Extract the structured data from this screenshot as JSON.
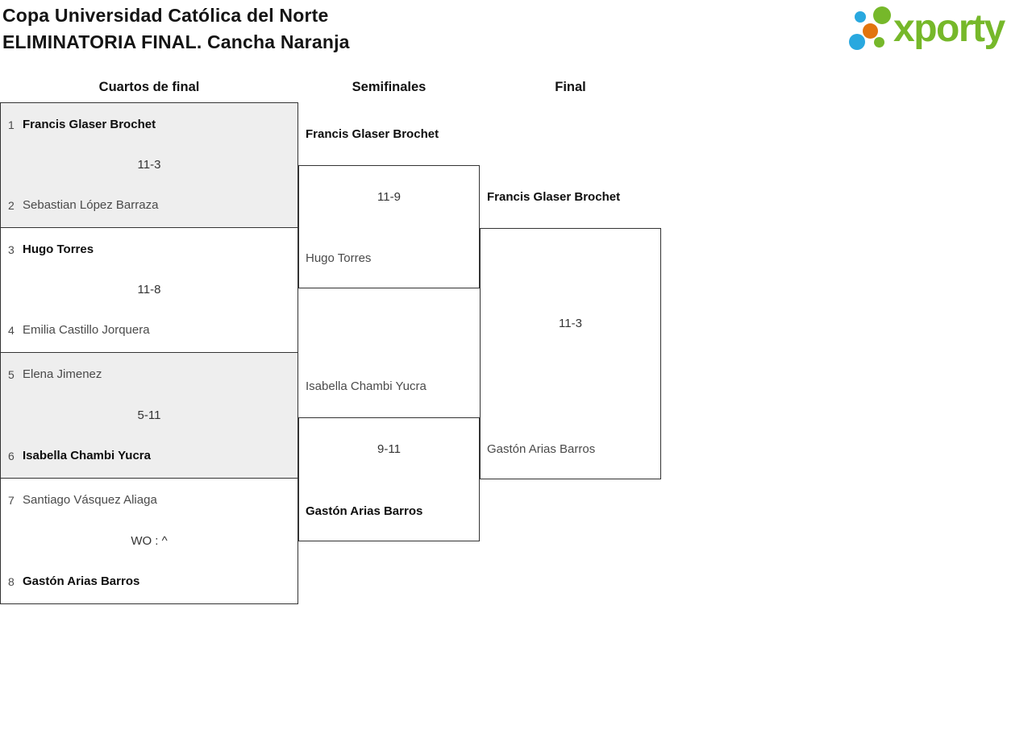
{
  "colors": {
    "brand_green": "#76b82a",
    "brand_blue": "#29a8df",
    "brand_orange": "#e2740d",
    "box_gray": "#eeeeee",
    "border": "#333333"
  },
  "header": {
    "title_line1": "Copa Universidad Católica del Norte",
    "title_line2": "ELIMINATORIA FINAL. Cancha Naranja",
    "logo_text": "xporty"
  },
  "round_headers": [
    "Cuartos de final",
    "Semifinales",
    "Final"
  ],
  "bracket": {
    "quarterfinals": [
      {
        "seed_top": "1",
        "player_top": "Francis Glaser Brochet",
        "score": "11-3",
        "seed_bottom": "2",
        "player_bottom": "Sebastian López Barraza",
        "winner": "top"
      },
      {
        "seed_top": "3",
        "player_top": "Hugo Torres",
        "score": "11-8",
        "seed_bottom": "4",
        "player_bottom": "Emilia Castillo Jorquera",
        "winner": "top"
      },
      {
        "seed_top": "5",
        "player_top": "Elena Jimenez",
        "score": "5-11",
        "seed_bottom": "6",
        "player_bottom": "Isabella Chambi Yucra",
        "winner": "bottom"
      },
      {
        "seed_top": "7",
        "player_top": "Santiago Vásquez Aliaga",
        "score": "WO : ^",
        "seed_bottom": "8",
        "player_bottom": "Gastón Arias Barros",
        "winner": "bottom"
      }
    ],
    "semifinals": [
      {
        "player_top": "Francis Glaser Brochet",
        "score": "11-9",
        "player_bottom": "Hugo Torres",
        "winner": "top"
      },
      {
        "player_top": "Isabella Chambi Yucra",
        "score": "9-11",
        "player_bottom": "Gastón Arias Barros",
        "winner": "bottom"
      }
    ],
    "final": {
      "player_top": "Francis Glaser Brochet",
      "score": "11-3",
      "player_bottom": "Gastón Arias Barros",
      "winner": "top"
    }
  }
}
